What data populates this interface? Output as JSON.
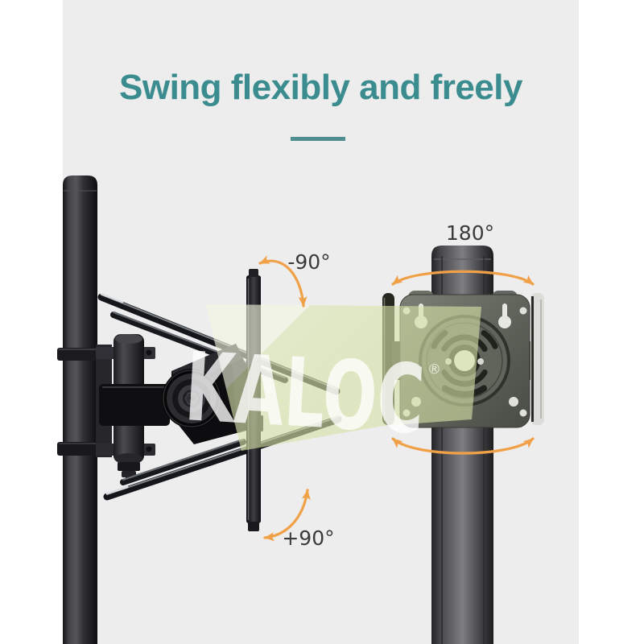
{
  "title": {
    "text": "Swing flexibly and freely"
  },
  "watermark": {
    "text": "KALOC",
    "registered_mark": "®"
  },
  "annotations": {
    "left_top_angle": "-90°",
    "left_bottom_angle": "+90°",
    "right_top_angle": "180°"
  },
  "colors": {
    "accent_teal": "#3a8c8e",
    "underline_teal": "#4e8d90",
    "arrow_orange": "#f0a148",
    "label_gray": "#3b3b3b",
    "watermark_band_green": "#d9e5ac",
    "watermark_text": "#ffffff",
    "photo_background": "#ededee",
    "page_background": "#ffffff"
  }
}
